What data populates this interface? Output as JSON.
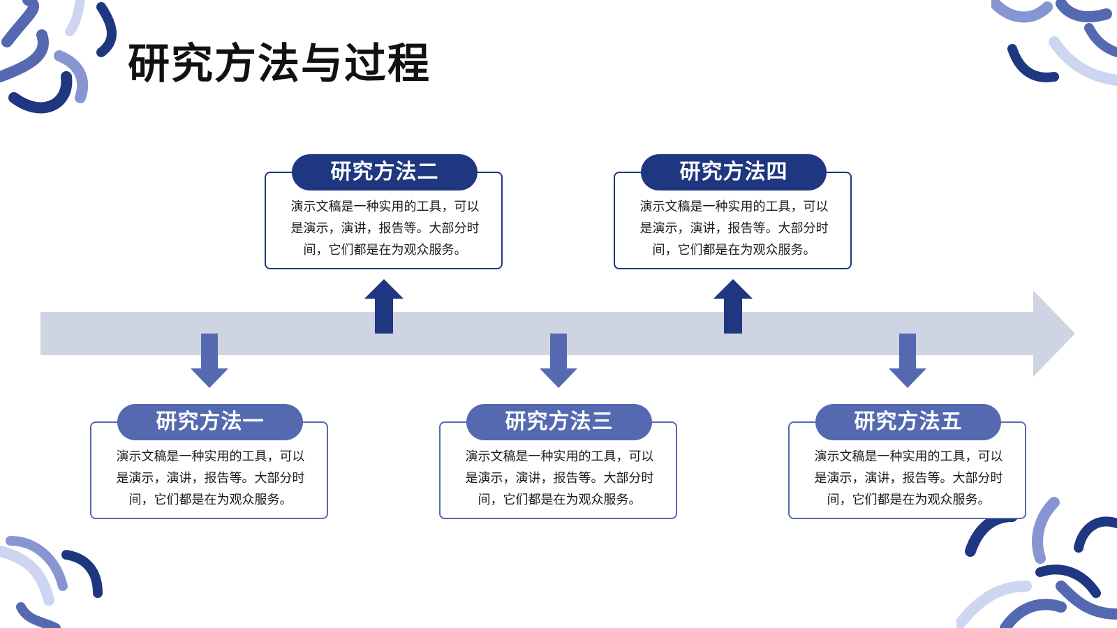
{
  "title": "研究方法与过程",
  "colors": {
    "dark_blue": "#1f3680",
    "medium_blue": "#5469b0",
    "light_blue": "#8796d2",
    "pale_blue": "#cfd4e3",
    "very_pale_blue": "#cdd5f0"
  },
  "steps": [
    {
      "heading": "研究方法一",
      "text_line1": "演示文稿是一种实用的工具，可以",
      "text_line2": "是演示，演讲，报告等。大部分时",
      "text_line3": "间，它们都是在为观众服务。"
    },
    {
      "heading": "研究方法二",
      "text_line1": "演示文稿是一种实用的工具，可以",
      "text_line2": "是演示，演讲，报告等。大部分时",
      "text_line3": "间，它们都是在为观众服务。"
    },
    {
      "heading": "研究方法三",
      "text_line1": "演示文稿是一种实用的工具，可以",
      "text_line2": "是演示，演讲，报告等。大部分时",
      "text_line3": "间，它们都是在为观众服务。"
    },
    {
      "heading": "研究方法四",
      "text_line1": "演示文稿是一种实用的工具，可以",
      "text_line2": "是演示，演讲，报告等。大部分时",
      "text_line3": "间，它们都是在为观众服务。"
    },
    {
      "heading": "研究方法五",
      "text_line1": "演示文稿是一种实用的工具，可以",
      "text_line2": "是演示，演讲，报告等。大部分时",
      "text_line3": "间，它们都是在为观众服务。"
    }
  ]
}
